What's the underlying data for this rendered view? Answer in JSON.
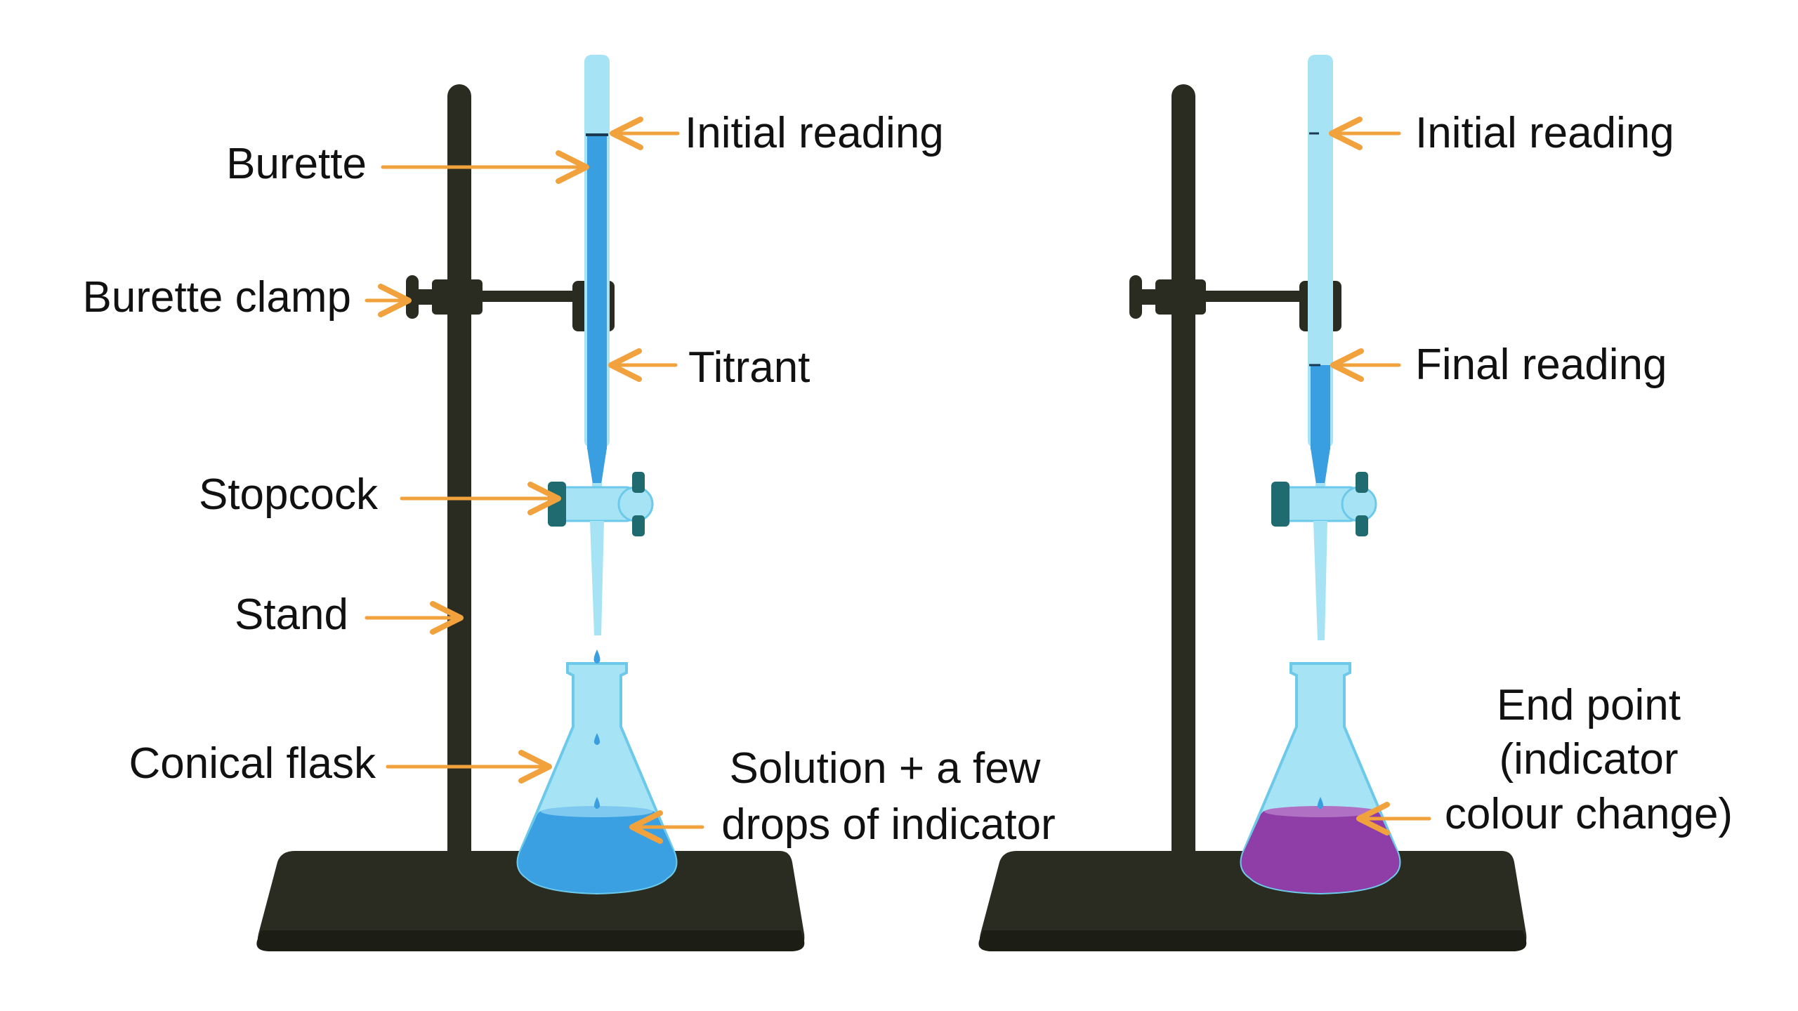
{
  "left_setup": {
    "labels": {
      "burette": "Burette",
      "burette_clamp": "Burette clamp",
      "stopcock": "Stopcock",
      "stand": "Stand",
      "conical_flask": "Conical flask",
      "initial_reading": "Initial reading",
      "titrant": "Titrant",
      "solution_line1": "Solution + a few",
      "solution_line2": "drops of indicator"
    }
  },
  "right_setup": {
    "labels": {
      "initial_reading": "Initial reading",
      "final_reading": "Final reading",
      "end_point_line1": "End point",
      "end_point_line2": "(indicator",
      "end_point_line3": "colour change)"
    }
  },
  "colors": {
    "stand": "#2b2c21",
    "glass": "#a6e3f5",
    "glass_edge": "#6cc9ea",
    "titrant": "#3a9fe0",
    "solution_left": "#3aa0e2",
    "solution_right": "#8e3ea6",
    "stopcock_knob": "#1f6b70",
    "arrow": "#f2a23c",
    "text": "#111111"
  }
}
